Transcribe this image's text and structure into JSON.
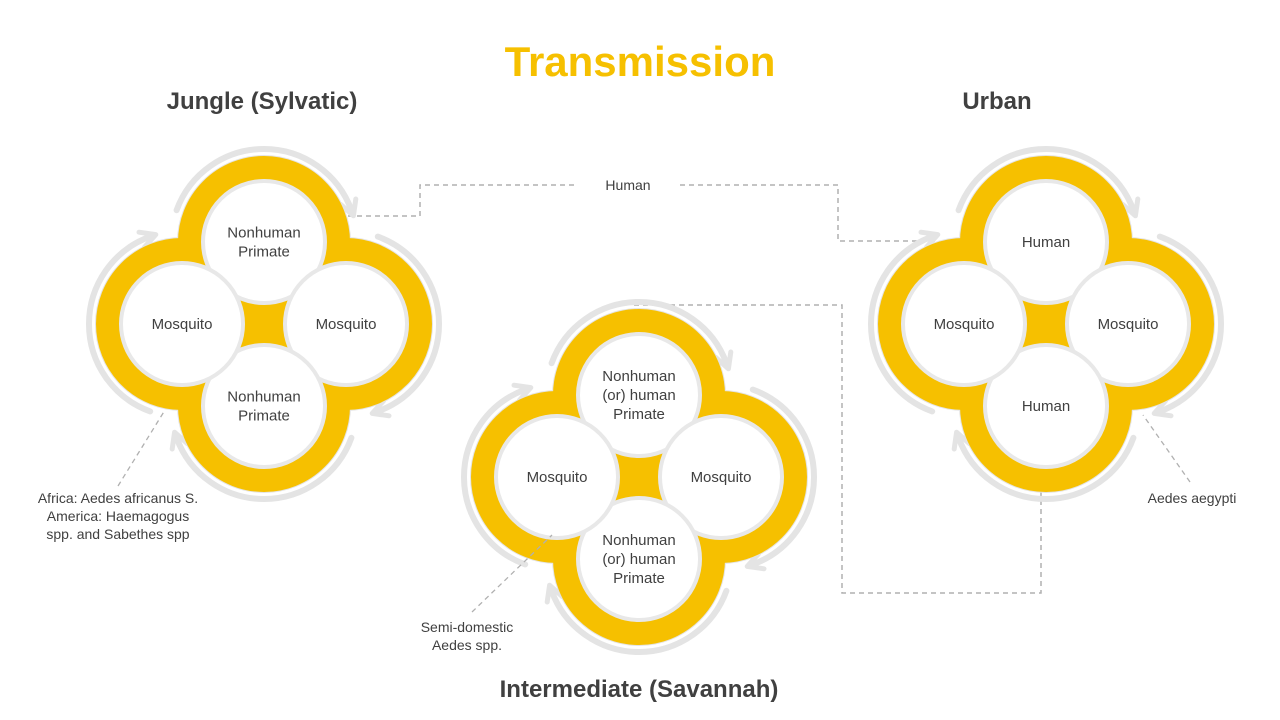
{
  "title": "Transmission",
  "colors": {
    "accent": "#f6c000",
    "ring_outline": "#e4e4e4",
    "connector": "#b0b0b0",
    "text": "#404040"
  },
  "connector_label": "Human",
  "clusters": [
    {
      "id": "jungle",
      "title": "Jungle (Sylvatic)",
      "nodes": {
        "top": [
          "Nonhuman",
          "Primate"
        ],
        "left": [
          "Mosquito"
        ],
        "right": [
          "Mosquito"
        ],
        "bottom": [
          "Nonhuman",
          "Primate"
        ]
      },
      "note": [
        "Africa: Aedes africanus S.",
        "America: Haemagogus",
        "spp. and Sabethes spp"
      ]
    },
    {
      "id": "intermediate",
      "title": "Intermediate (Savannah)",
      "nodes": {
        "top": [
          "Nonhuman",
          "(or) human",
          "Primate"
        ],
        "left": [
          "Mosquito"
        ],
        "right": [
          "Mosquito"
        ],
        "bottom": [
          "Nonhuman",
          "(or) human",
          "Primate"
        ]
      },
      "note": [
        "Semi-domestic",
        "Aedes spp."
      ]
    },
    {
      "id": "urban",
      "title": "Urban",
      "nodes": {
        "top": [
          "Human"
        ],
        "left": [
          "Mosquito"
        ],
        "right": [
          "Mosquito"
        ],
        "bottom": [
          "Human"
        ]
      },
      "note": [
        "Aedes aegypti"
      ]
    }
  ]
}
